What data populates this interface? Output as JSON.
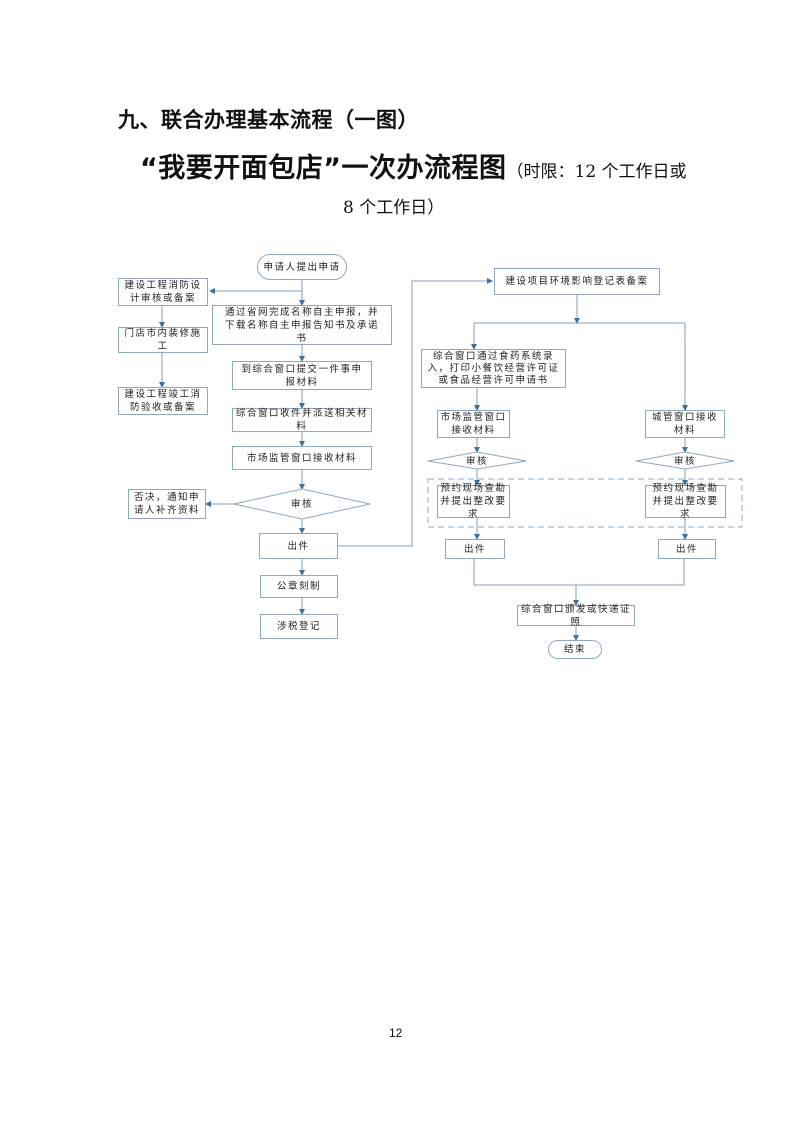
{
  "heading": "九、联合办理基本流程（一图）",
  "subheading": {
    "main": "“我要开面包店”一次办流程图",
    "note_line1": "（时限：12 个工作日或",
    "note_line2": "8 个工作日）"
  },
  "flow": {
    "start": "申请人提出申请",
    "fire_design": "建设工程消防设计审核或备案",
    "decoration": "门店市内装修施工",
    "fire_acceptance": "建设工程竣工消防验收或备案",
    "name_declare": "通过省网完成名称自主申报，并下载名称自主申报告知书及承诺书",
    "submit_materials": "到综合窗口提交一件事申报材料",
    "receive_dispatch": "综合窗口收件并派送相关材料",
    "market_receive": "市场监管窗口接收材料",
    "review": "审核",
    "reject": "否决，通知申请人补齐资料",
    "issue": "出件",
    "seal": "公章刻制",
    "tax": "涉税登记",
    "env_record": "建设项目环境影响登记表备案",
    "food_system": "综合窗口通过食药系统录入，打印小餐饮经营许可证或食品经营许可申请书",
    "market_receive_right": "市场监管窗口接收材料",
    "urban_receive": "城管窗口接收材料",
    "review_left": "审核",
    "review_right": "审核",
    "inspect_left": "预约现场查勘并提出整改要求",
    "inspect_right": "预约现场查勘并提出整改要求",
    "issue_left": "出件",
    "issue_right": "出件",
    "deliver": "综合窗口颁发或快递证照",
    "end": "结束"
  },
  "colors": {
    "line": "#7f9fbf",
    "arrow": "#3f6f9f",
    "border": "#8ea9c4"
  },
  "page_number": "12"
}
